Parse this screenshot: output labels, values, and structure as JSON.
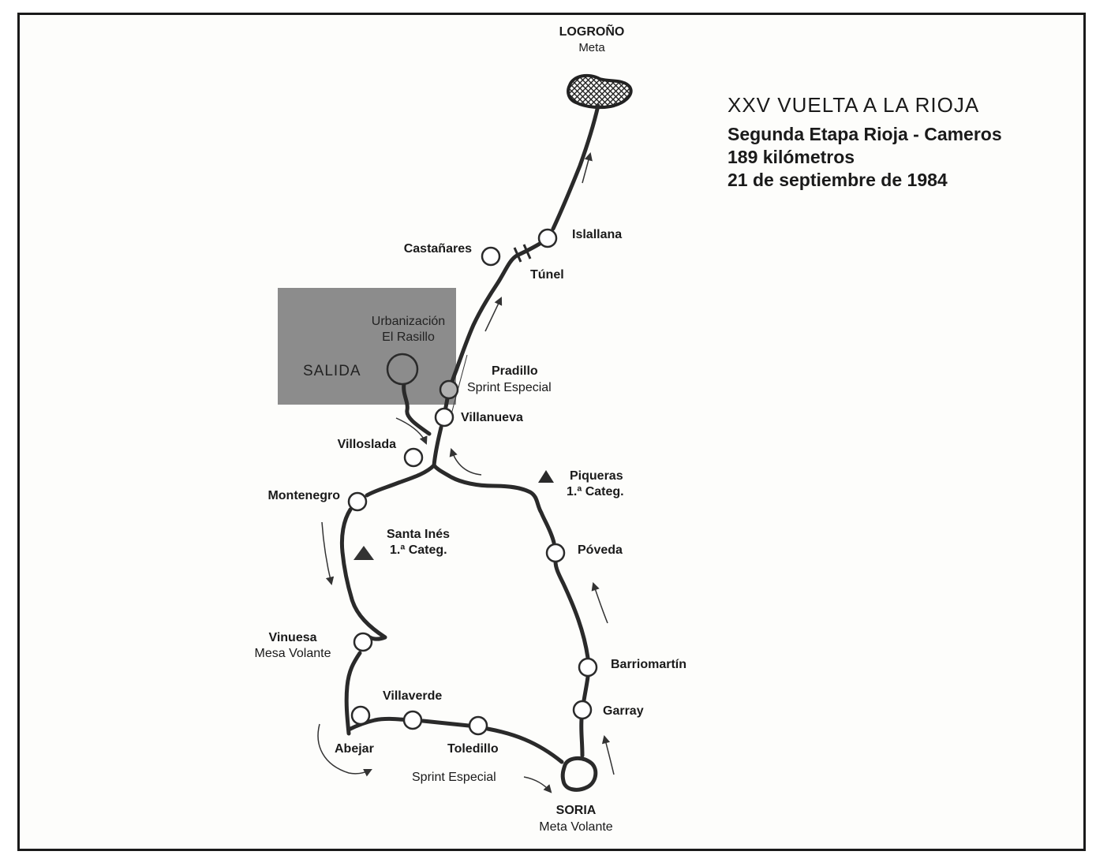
{
  "title": {
    "main": "XXV VUELTA A LA RIOJA",
    "stage": "Segunda Etapa Rioja - Cameros",
    "distance": "189 kilómetros",
    "date": "21 de septiembre de 1984"
  },
  "places": {
    "logrono": {
      "name": "LOGROÑO",
      "note": "Meta"
    },
    "islallana": {
      "name": "Islallana"
    },
    "castanares": {
      "name": "Castañares"
    },
    "tunel": {
      "name": "Túnel"
    },
    "urbanizacion": {
      "name": "Urbanización",
      "name2": "El Rasillo"
    },
    "salida": {
      "name": "SALIDA"
    },
    "pradillo": {
      "name": "Pradillo",
      "note": "Sprint Especial"
    },
    "villanueva": {
      "name": "Villanueva"
    },
    "villoslada": {
      "name": "Villoslada"
    },
    "piqueras": {
      "name": "Piqueras",
      "note": "1.ª Categ."
    },
    "montenegro": {
      "name": "Montenegro"
    },
    "santa_ines": {
      "name": "Santa Inés",
      "note": "1.ª Categ."
    },
    "poveda": {
      "name": "Póveda"
    },
    "vinuesa": {
      "name": "Vinuesa",
      "note": "Mesa Volante"
    },
    "barriomartin": {
      "name": "Barriomartín"
    },
    "villaverde": {
      "name": "Villaverde"
    },
    "garray": {
      "name": "Garray"
    },
    "abejar": {
      "name": "Abejar"
    },
    "toledillo": {
      "name": "Toledillo"
    },
    "sprint_soria": {
      "name": "Sprint Especial"
    },
    "soria": {
      "name": "SORIA",
      "note": "Meta Volante"
    }
  },
  "colors": {
    "route": "#2a2a2a",
    "salida_area": "#8c8c8c",
    "paper": "#fdfdfb"
  }
}
